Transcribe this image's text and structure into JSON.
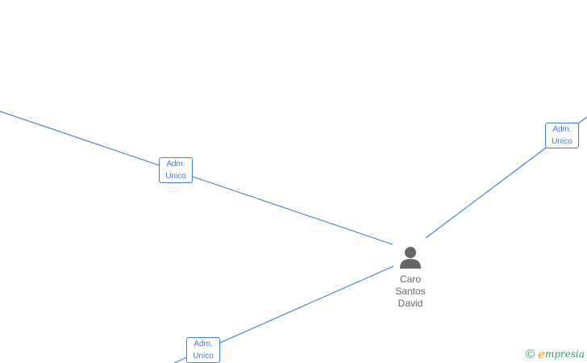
{
  "roles": [
    {
      "id": "left",
      "line1": "Adm.",
      "line2": "Unico"
    },
    {
      "id": "right",
      "line1": "Adm.",
      "line2": "Unico"
    },
    {
      "id": "bottom",
      "line1": "Adm.",
      "line2": "Unico"
    }
  ],
  "person": {
    "name_lines": [
      "Caro",
      "Santos",
      "David"
    ]
  },
  "brand": {
    "copyright": "©",
    "initial": "e",
    "name_rest": "mpresia"
  },
  "colors": {
    "edge": "#3a7fd5",
    "person_icon": "#666666",
    "brand_text": "#2b9a6f",
    "brand_initial": "#f39c12"
  },
  "icons": {
    "person": "person-icon",
    "copyright": "copyright-icon"
  }
}
